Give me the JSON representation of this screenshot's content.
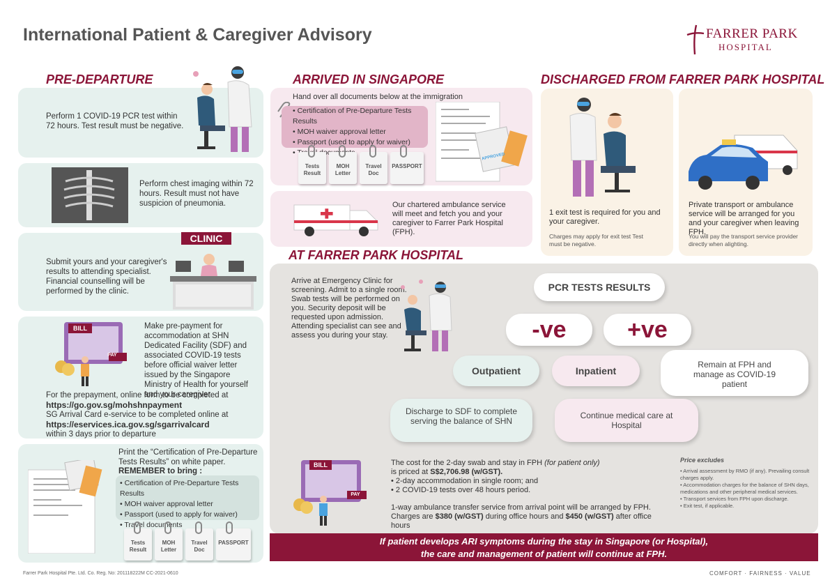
{
  "title": "International Patient & Caregiver Advisory",
  "logo": {
    "name": "FARRER PARK",
    "sub": "HOSPITAL"
  },
  "pre_departure": {
    "heading": "PRE-DEPARTURE",
    "step1": "Perform 1 COVID-19 PCR test within 72 hours. Test result must be negative.",
    "step2": "Perform chest imaging within 72 hours. Result must not have suspicion of pneumonia.",
    "clinic_sign": "CLINIC",
    "step3": "Submit yours and your caregiver's results to attending specialist. Financial counselling will be performed by the clinic.",
    "bill_label": "BILL",
    "pay_label": "PAY",
    "step4": "Make pre-payment for accommodation at SHN Dedicated Facility (SDF) and associated COVID-19 tests before official waiver letter issued by the Singapore Ministry of Health for yourself and your caregiver.",
    "prepay_line1": "For the prepayment, online form to be completed at",
    "prepay_url": "https://go.gov.sg/mohshnpayment",
    "prepay_line2": "SG Arrival Card e-service to be completed online at",
    "arrival_url": "https://eservices.ica.gov.sg/sgarrivalcard",
    "prepay_line3": "within 3 days prior to departure",
    "print_text": "Print the “Certification of Pre-Departure Tests Results” on white paper.",
    "remember": "REMEMBER to bring :",
    "bring_items": [
      "Certification of Pre-Departure Tests Results",
      "MOH waiver approval letter",
      "Passport (used to apply for waiver)",
      "Travel documents"
    ],
    "docs": [
      "Tests Result",
      "MOH Letter",
      "Travel Doc",
      "PASSPORT"
    ]
  },
  "arrived": {
    "heading": "ARRIVED IN SINGAPORE",
    "handover": "Hand over all documents below at the immigration",
    "items": [
      "Certification of Pre-Departure Tests Results",
      "MOH waiver approval letter",
      "Passport (used to apply for waiver)",
      "Travel documents"
    ],
    "docs": [
      "Tests Result",
      "MOH Letter",
      "Travel Doc",
      "PASSPORT"
    ],
    "approved": "APPROVED",
    "ambulance_label": "AMBULANCE",
    "ambulance_text": "Our chartered ambulance service will meet and fetch you and your caregiver to Farrer Park Hospital (FPH)."
  },
  "discharged": {
    "heading": "DISCHARGED FROM FARRER PARK HOSPITAL",
    "exit_main": "1 exit test is required for you and your caregiver.",
    "exit_note": "Charges may apply for exit test Test must be negative.",
    "transport_main": "Private transport or ambulance service will be arranged for you and your caregiver when leaving FPH.",
    "transport_note": "You will pay the transport service provider directly when alighting."
  },
  "at_fph": {
    "heading": "AT FARRER PARK HOSPITAL",
    "intro": "Arrive at Emergency Clinic for screening. Admit to a single room. Swab tests will be performed on you. Security deposit will be requested upon admission. Attending specialist can see and assess you during your stay.",
    "pcr": "PCR TESTS RESULTS",
    "neg": "-ve",
    "pos": "+ve",
    "outpatient": "Outpatient",
    "inpatient": "Inpatient",
    "remain": "Remain at FPH and manage as COVID-19 patient",
    "discharge_sdf": "Discharge to SDF to complete serving the balance of SHN",
    "continue_care": "Continue medical care at Hospital",
    "bill_label": "BILL",
    "pay_label": "PAY",
    "cost_line1": "The cost for the 2-day swab and stay in FPH",
    "cost_line1_note": "(for patient only)",
    "cost_line2": "is priced at",
    "cost_price": "S$2,706.98 (w/GST).",
    "cost_items": [
      "2-day accommodation in single room; and",
      "2 COVID-19 tests over 48 hours period."
    ],
    "ambulance_line1": "1-way ambulance transfer service from arrival point will be arranged by FPH.",
    "ambulance_line2a": "Charges are",
    "ambulance_price1": "$380 (w/GST)",
    "ambulance_line2b": "during office hours and",
    "ambulance_price2": "$450 (w/GST)",
    "ambulance_line2c": "after office hours",
    "excludes_title": "Price excludes",
    "excludes": [
      "Arrival assessment by RMO (if any). Prevailing consult charges apply.",
      "Accommodation charges for the balance of SHN days, medications and other peripheral medical services.",
      "Transport services from FPH upon discharge.",
      "Exit test, if applicable."
    ]
  },
  "footer_band": {
    "line1": "If patient develops ARI symptoms during the stay in Singapore (or Hospital),",
    "line2": "the care and management of patient will continue at FPH."
  },
  "footer_left": "Farrer Park Hospital Pte. Ltd.  Co. Reg. No: 201118222M   CC-2021-0610",
  "footer_right": "COMFORT · FAIRNESS · VALUE",
  "colors": {
    "brand": "#8b1538",
    "green_card": "#e6f1ee",
    "pink_card": "#f7e9ef",
    "beige_card": "#faf2e6",
    "grey_card": "#e5e3e0"
  }
}
